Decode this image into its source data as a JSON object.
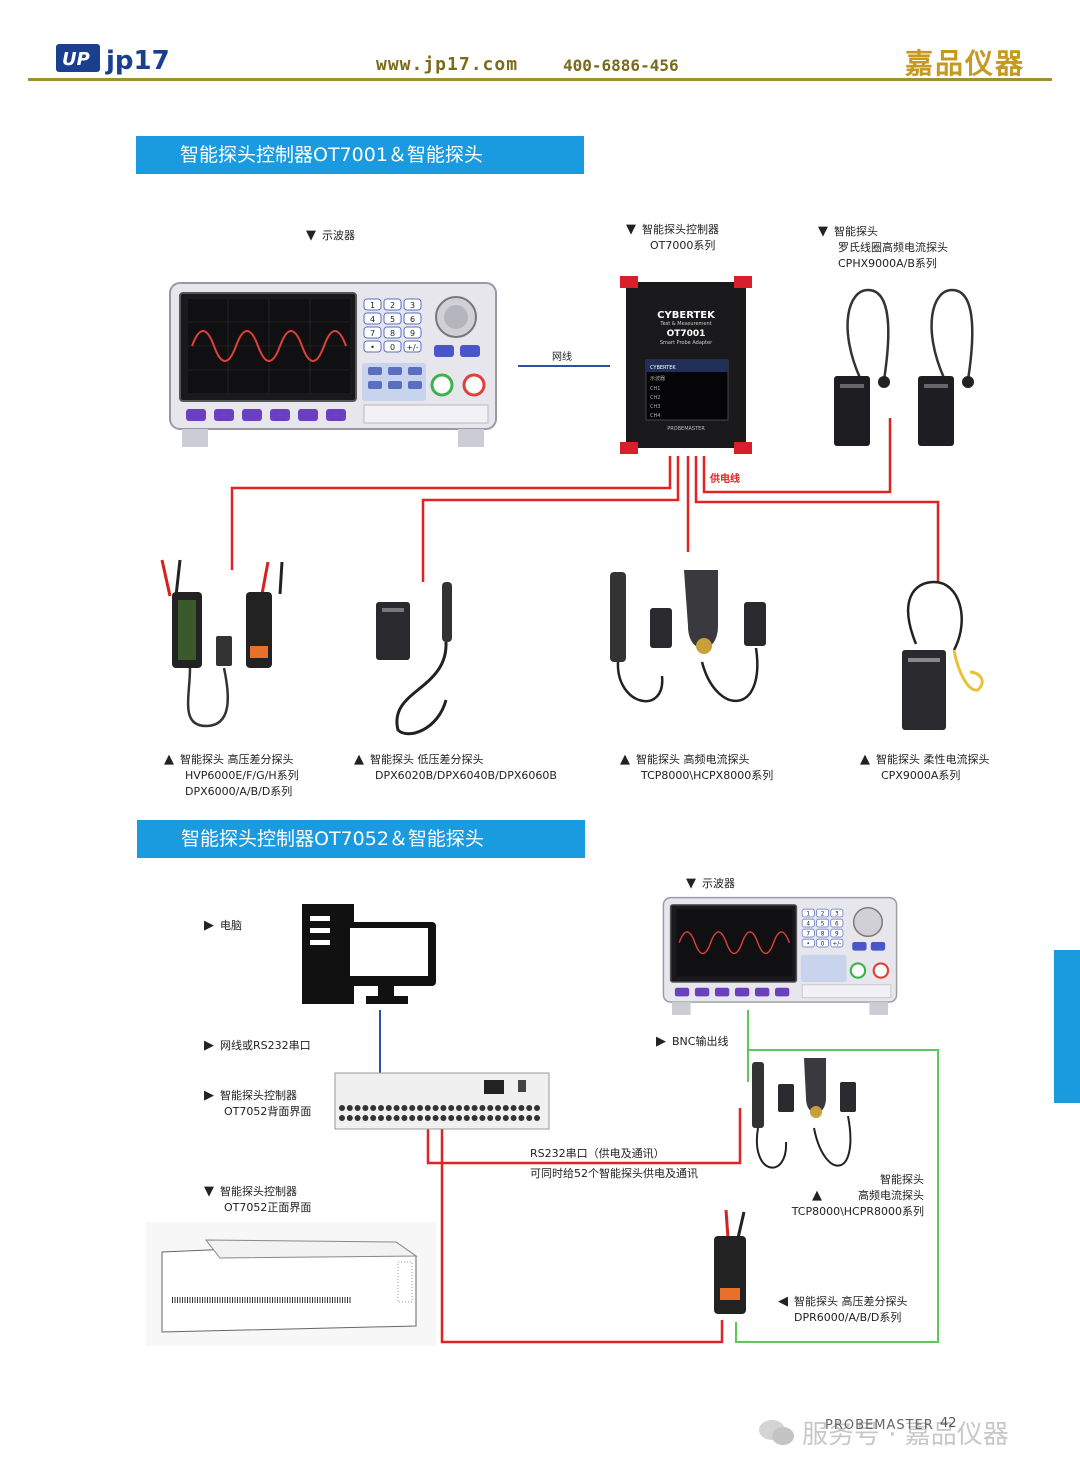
{
  "header": {
    "logo_text": "jp17",
    "url": "www.jp17.com",
    "phone": "400-6886-456",
    "brand": "嘉品仪器"
  },
  "section1": {
    "title": "智能探头控制器OT7001＆智能探头",
    "oscilloscope_label": "示波器",
    "controller_label_1": "智能探头控制器",
    "controller_label_2": "OT7000系列",
    "rogowski_label_1": "智能探头",
    "rogowski_label_2": "罗氏线圈高频电流探头",
    "rogowski_label_3": "CPHX9000A/B系列",
    "network_line": "网线",
    "power_line": "供电线",
    "device": {
      "brand": "CYBERTEK",
      "sub": "Test & Measurement",
      "model": "OT7001",
      "desc": "Smart Probe Adapter",
      "screen_brand": "CYBERTEK",
      "screen_menu": "示波器",
      "ch1": "CH1",
      "ch2": "CH2",
      "ch3": "CH3",
      "ch4": "CH4",
      "footer": "PROBEMASTER"
    },
    "probes": [
      {
        "line1": "智能探头  高压差分探头",
        "line2": "HVP6000E/F/G/H系列",
        "line3": "DPX6000/A/B/D系列"
      },
      {
        "line1": "智能探头  低压差分探头",
        "line2": "DPX6020B/DPX6040B/DPX6060B",
        "line3": ""
      },
      {
        "line1": "智能探头  高频电流探头",
        "line2": "TCP8000\\HCPX8000系列",
        "line3": ""
      },
      {
        "line1": "智能探头  柔性电流探头",
        "line2": "CPX9000A系列",
        "line3": ""
      }
    ]
  },
  "section2": {
    "title": "智能探头控制器OT7052＆智能探头",
    "pc_label": "电脑",
    "oscilloscope_label": "示波器",
    "net_rs232_label": "网线或RS232串口",
    "bnc_label": "BNC输出线",
    "rear_label_1": "智能探头控制器",
    "rear_label_2": "OT7052背面界面",
    "front_label_1": "智能探头控制器",
    "front_label_2": "OT7052正面界面",
    "rs232_line_1": "RS232串口（供电及通讯）",
    "rs232_line_2": "可同时给52个智能探头供电及通讯",
    "hf_probe_1": "智能探头",
    "hf_probe_2": "高频电流探头",
    "hf_probe_3": "TCP8000\\HCPR8000系列",
    "hv_probe_1": "智能探头  高压差分探头",
    "hv_probe_2": "DPR6000/A/B/D系列"
  },
  "keypad": [
    "1",
    "2",
    "3",
    "4",
    "5",
    "6",
    "7",
    "8",
    "9",
    "•",
    "0",
    "+/-"
  ],
  "footer": {
    "watermark": "服务号 · 嘉品仪器",
    "probemaster": "PROBEMASTER",
    "page_number": "42"
  },
  "colors": {
    "accent_blue": "#1a9be0",
    "red_line": "#e02424",
    "green_line": "#5cc85c",
    "net_line": "#2c4fa8",
    "gold": "#c59a1e"
  }
}
